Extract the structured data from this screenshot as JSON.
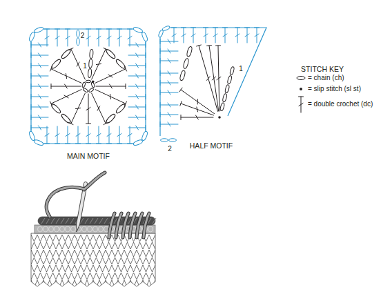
{
  "diagram": {
    "labels": [
      "2",
      "1",
      "1",
      "2",
      "MAIN MOTIF",
      "HALF MOTIF",
      "STITCH KEY"
    ],
    "legend": [
      {
        "text": "= chain (ch)"
      },
      {
        "text": "= slip stitch (sl st)"
      },
      {
        "text": "= double crochet (dc)"
      }
    ]
  }
}
